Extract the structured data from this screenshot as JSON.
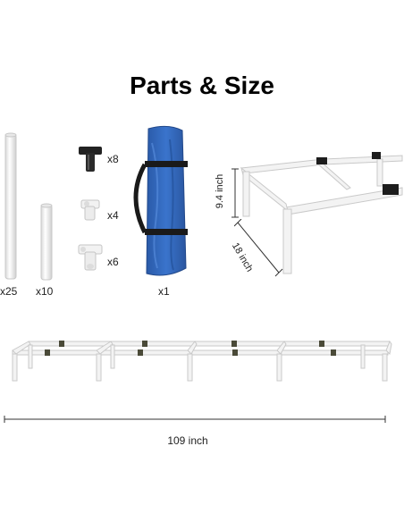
{
  "title": "Parts & Size",
  "parts": {
    "long_pipe_count": "x25",
    "short_pipe_count": "x10",
    "tee_black_count": "x8",
    "elbow_count": "x4",
    "tee_white_count": "x6",
    "bag_count": "x1"
  },
  "dimensions": {
    "height": "9.4 inch",
    "width": "18 inch",
    "length": "109 inch"
  },
  "colors": {
    "pipe": "#f4f4f4",
    "pipe_edge": "#c8c8c8",
    "bag": "#2f63b8",
    "strap": "#1a1a1a",
    "connector_black": "#222222"
  }
}
